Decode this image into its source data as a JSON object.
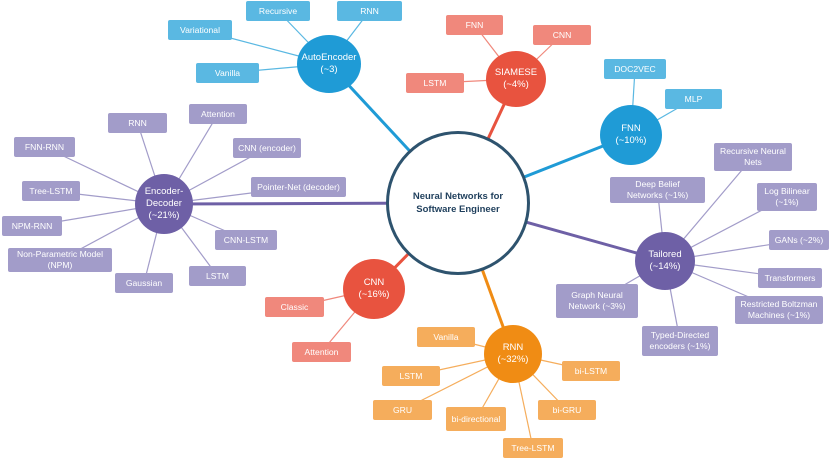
{
  "center": {
    "label": "Neural Networks for\nSoftware Engineer"
  },
  "colors": {
    "center_border": "#2e536e",
    "blue_hub": "#1f9bd6",
    "blue_leaf": "#5ab8e2",
    "red_hub": "#e8533f",
    "red_leaf": "#f0887c",
    "orange_hub": "#f08c14",
    "orange_leaf": "#f5ad5c",
    "purple_hub": "#6e60a6",
    "purple_leaf": "#a29cc9"
  },
  "hubs": {
    "autoencoder": {
      "label": "AutoEncoder\n(~3)",
      "leaves": [
        "Recursive",
        "RNN",
        "Variational",
        "Vanilla"
      ]
    },
    "siamese": {
      "label": "SIAMESE\n(~4%)",
      "leaves": [
        "FNN",
        "CNN",
        "LSTM"
      ]
    },
    "fnn": {
      "label": "FNN\n(~10%)",
      "leaves": [
        "DOC2VEC",
        "MLP"
      ]
    },
    "encoder_decoder": {
      "label": "Encoder-\nDecoder\n(~21%)",
      "leaves": [
        "RNN",
        "Attention",
        "FNN-RNN",
        "CNN (encoder)",
        "Tree-LSTM",
        "Pointer-Net (decoder)",
        "NPM-RNN",
        "Non-Parametric Model\n(NPM)",
        "CNN-LSTM",
        "Gaussian",
        "LSTM"
      ]
    },
    "tailored": {
      "label": "Tailored\n(~14%)",
      "leaves": [
        "Recursive Neural\nNets",
        "Deep Belief\nNetworks (~1%)",
        "Log Bilinear\n(~1%)",
        "GANs (~2%)",
        "Transformers",
        "Graph Neural\nNetwork (~3%)",
        "Restricted Boltzman\nMachines (~1%)",
        "Typed-Directed\nencoders (~1%)"
      ]
    },
    "cnn": {
      "label": "CNN\n(~16%)",
      "leaves": [
        "Classic",
        "Attention"
      ]
    },
    "rnn": {
      "label": "RNN\n(~32%)",
      "leaves": [
        "Vanilla",
        "LSTM",
        "bi-LSTM",
        "GRU",
        "bi-directional",
        "bi-GRU",
        "Tree-LSTM"
      ]
    }
  }
}
